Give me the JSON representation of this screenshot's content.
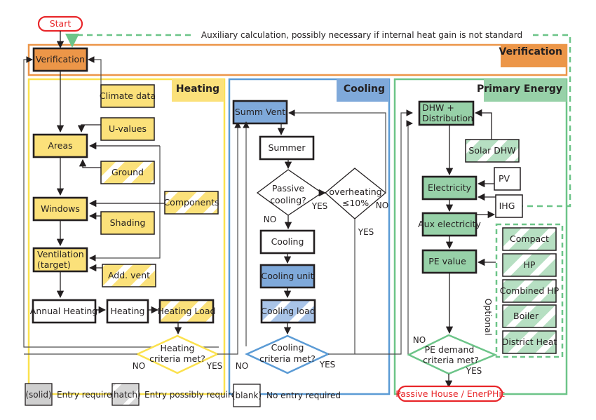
{
  "colors": {
    "verification": "#ec9648",
    "verification_border": "#ec9648",
    "heating": "#fbe17a",
    "heating_border": "#fbe14d",
    "cooling": "#7fa9da",
    "cooling_border": "#5b9bd5",
    "primary": "#97d1a8",
    "primary_border": "#6cc488",
    "terminal": "#e8262a",
    "line": "#231f20",
    "aux_dashed": "#6cc488",
    "legend_gray": "#cfcfcf"
  },
  "terminals": {
    "start": "Start",
    "end": "Passive House / EnerPHit"
  },
  "aux_note": "Auxiliary calculation, possibly necessary if internal heat gain is not standard",
  "sections": {
    "verification": "Verification",
    "heating": "Heating",
    "cooling": "Cooling",
    "primary": "Primary Energy",
    "optional": "Optional"
  },
  "nodes": {
    "verification": "Verification",
    "climate_data": "Climate data",
    "u_values": "U-values",
    "areas": "Areas",
    "ground": "Ground",
    "components": "Components",
    "windows": "Windows",
    "shading": "Shading",
    "ventilation_line1": "Ventilation",
    "ventilation_line2": "(target)",
    "add_vent": "Add. vent",
    "annual_heating": "Annual Heating",
    "heating": "Heating",
    "heating_load": "Heating Load",
    "heating_decision_line1": "Heating",
    "heating_decision_line2": "criteria met?",
    "summ_vent": "Summ Vent",
    "summer": "Summer",
    "passive_cooling_line1": "Passive",
    "passive_cooling_line2": "cooling?",
    "overheating_line1": "overheating",
    "overheating_line2": "≤10%",
    "cooling": "Cooling",
    "cooling_unit": "Cooling unit",
    "cooling_load": "Cooling load",
    "cooling_decision_line1": "Cooling",
    "cooling_decision_line2": "criteria met?",
    "dhw_line1": "DHW +",
    "dhw_line2": "Distribution",
    "solar_dhw": "Solar DHW",
    "electricity": "Electricity",
    "pv": "PV",
    "ihg": "IHG",
    "aux_electricity": "Aux electricity",
    "pe_value": "PE value",
    "compact": "Compact",
    "hp": "HP",
    "combined_hp": "Combined HP",
    "boiler": "Boiler",
    "district_heat": "District Heat",
    "pe_decision_line1": "PE demand",
    "pe_decision_line2": "criteria met?"
  },
  "branch_labels": {
    "yes": "YES",
    "no": "NO"
  },
  "legend": [
    {
      "swatch": "(solid)",
      "text": "Entry required"
    },
    {
      "swatch": "(hatch)",
      "text": "Entry possibly required"
    },
    {
      "swatch": "(blank)",
      "text": "No entry required"
    }
  ]
}
